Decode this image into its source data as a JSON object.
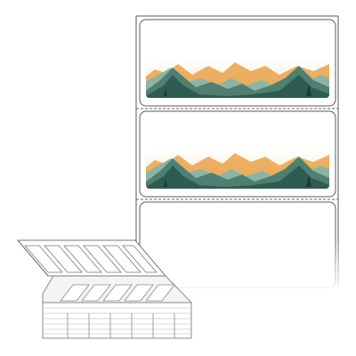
{
  "labels": [
    {
      "kind": "printed",
      "artwork": "mountain-landscape"
    },
    {
      "kind": "printed",
      "artwork": "mountain-landscape"
    },
    {
      "kind": "blank"
    }
  ],
  "fanfold_stack": {
    "columns": 6
  },
  "colors": {
    "background": "#ffffff",
    "liner_edge": "#5a5a5a",
    "perforation": "#6a6a6a",
    "sky_glow": "#f0b25c",
    "sun_mountain": "#e8a24c",
    "mountain_dark": "#2f5b52",
    "mountain_mid": "#4f7f70",
    "mountain_light": "#8fb3a3",
    "stack_edge": "#8a8a8a",
    "stack_fill": "#f4f4f4"
  }
}
